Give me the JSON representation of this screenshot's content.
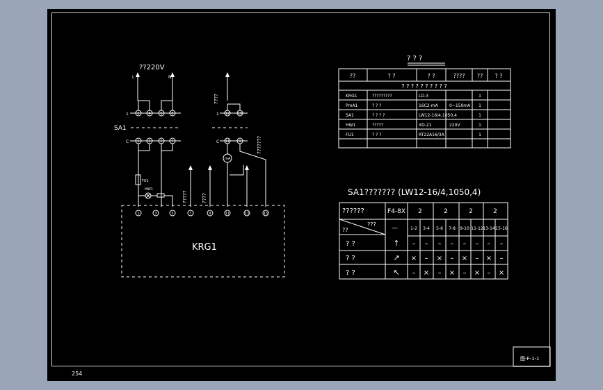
{
  "page_number": "254",
  "title_block": "图-F-1-1",
  "schematic": {
    "supply_label": "??220V",
    "phase_L": "L",
    "phase_N": "N",
    "switch_label": "SA1",
    "fuse_label": "FU1",
    "lamp_label": "HW1",
    "meter_label": "mA",
    "controller_label": "KRG1",
    "term_top_left": "1",
    "term_top_right": "1",
    "term_bot_left": "C",
    "term_bot_right": "C",
    "vert_note_a": "????",
    "vert_note_b": "???????",
    "vert_note_c": "?????",
    "vert_note_d": "????",
    "contacts_top_left": [
      "2",
      "4",
      "6",
      "8"
    ],
    "contacts_bot_left": [
      "1",
      "3",
      "5",
      "7"
    ],
    "contacts_top_right": [
      "12",
      "10"
    ],
    "contacts_bot_right": [
      "11",
      "9"
    ],
    "terminals": [
      "1",
      "3",
      "5",
      "7",
      "9",
      "11",
      "13",
      "15"
    ]
  },
  "parts_table": {
    "title": "? ? ?",
    "headers": [
      "??",
      "? ?",
      "? ?",
      "????",
      "??",
      "? ?"
    ],
    "subheader": "? ? ? ? ? ? ? ? ? ?",
    "rows": [
      [
        "KRG1",
        "?????????",
        "LD-3",
        "",
        "1",
        ""
      ],
      [
        "PmA1",
        "? ? ?",
        "16C2-mA",
        "0~150mA",
        "1",
        ""
      ],
      [
        "SA1",
        "? ? ? ?",
        "LW12-16/4,1050,4",
        "",
        "1",
        ""
      ],
      [
        "HW1",
        "?????",
        "XD-21",
        "220V",
        "1",
        ""
      ],
      [
        "FU1",
        "? ? ?",
        "RT22A16/3A",
        "",
        "1",
        ""
      ]
    ]
  },
  "switch_table": {
    "title": "SA1???????   (LW12-16/4,1050,4)",
    "header_label": "??????",
    "model": "F4-8X",
    "group_counts": [
      "2",
      "2",
      "2",
      "2"
    ],
    "corner_top": "???",
    "corner_bottom": "??",
    "dash": "—",
    "contact_pairs": [
      "1-2",
      "3-4",
      "5-6",
      "7-8",
      "9-10",
      "11-12",
      "13-14",
      "15-16"
    ],
    "rows": [
      {
        "label": "?  ?",
        "symbol": "↑",
        "cells": [
          "–",
          "–",
          "–",
          "–",
          "–",
          "–",
          "–",
          "–"
        ]
      },
      {
        "label": "?  ?",
        "symbol": "↗",
        "cells": [
          "×",
          "–",
          "×",
          "–",
          "×",
          "–",
          "×",
          "–"
        ]
      },
      {
        "label": "?  ?",
        "symbol": "↖",
        "cells": [
          "–",
          "×",
          "–",
          "×",
          "–",
          "×",
          "–",
          "×"
        ]
      }
    ]
  }
}
